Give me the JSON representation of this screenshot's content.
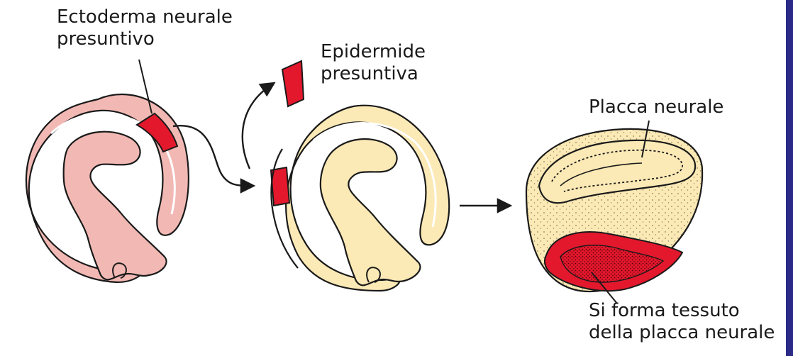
{
  "labels": {
    "ectoderm": [
      "Ectoderma neurale",
      "presuntivo"
    ],
    "epidermis": [
      "Epidermide",
      "presuntiva"
    ],
    "neural_plate": "Placca neurale",
    "forming": [
      "Si forma tessuto",
      "della placca neurale"
    ]
  },
  "colors": {
    "pink_embryo": "#f2b9b4",
    "cream_embryo": "#fbe9b6",
    "red_tissue": "#e3182d",
    "outline": "#1a1a1a",
    "side_bar": "#2b2a86"
  }
}
